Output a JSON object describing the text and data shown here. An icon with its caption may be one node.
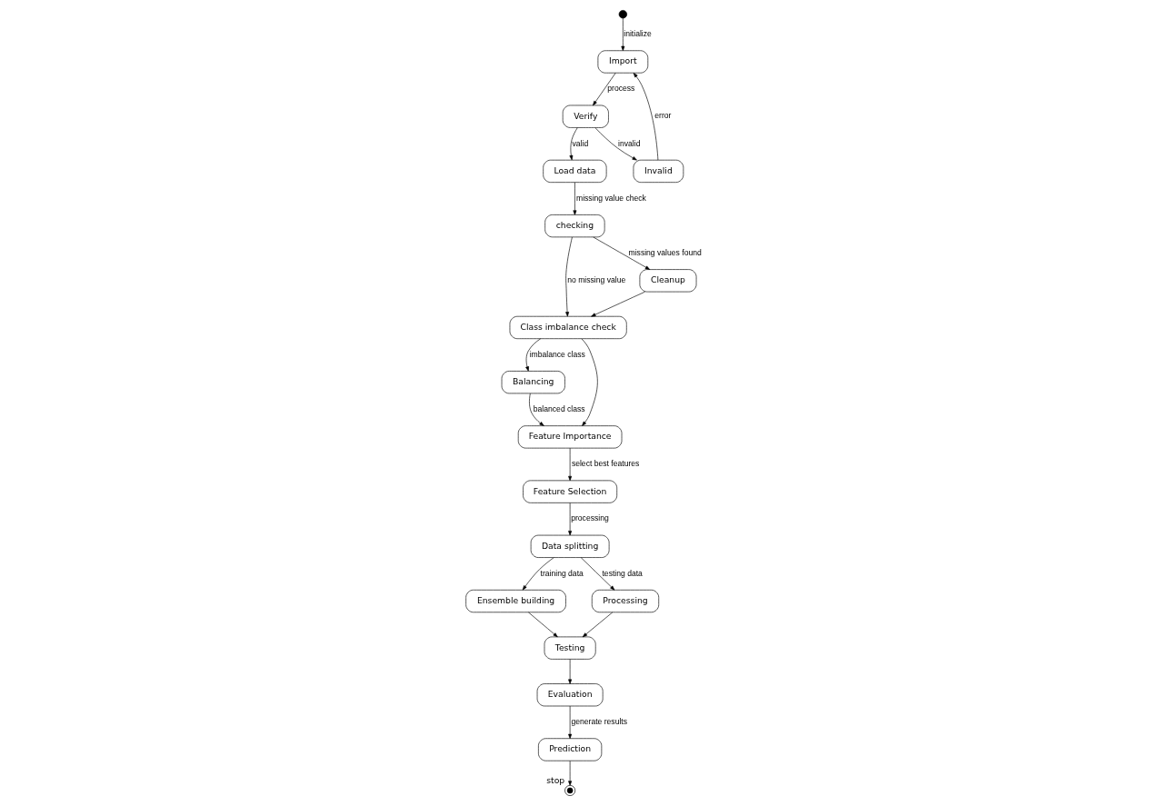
{
  "diagram": {
    "nodes": [
      {
        "text": [],
        "shape": "dot"
      },
      {
        "text": [
          "Import"
        ]
      },
      {
        "text": [
          "Verify"
        ]
      },
      {
        "text": [
          "Load data"
        ]
      },
      {
        "text": [
          "checking"
        ]
      },
      {
        "text": [
          "Invalid"
        ]
      },
      {
        "text": [
          "Class imbalance check"
        ]
      },
      {
        "text": [
          "Cleanup"
        ]
      },
      {
        "text": [
          "Balancing"
        ]
      },
      {
        "text": [
          "Feature Importance"
        ]
      },
      {
        "text": [
          "Feature Selection"
        ]
      },
      {
        "text": [
          "Evaluation"
        ]
      },
      {
        "text": [
          "Testing"
        ]
      },
      {
        "text": [
          "Ensemble building"
        ]
      },
      {
        "text": [
          "Data splitting"
        ]
      },
      {
        "text": [
          "Prediction"
        ]
      },
      {
        "text": [],
        "shape": "bullseye",
        "beside": [
          "stop"
        ]
      },
      {
        "text": [
          "Processing"
        ]
      }
    ],
    "edges": [
      {
        "from": 0,
        "to": 1,
        "arrow": "to",
        "label": "initialize"
      },
      {
        "from": 1,
        "to": 2,
        "arrow": "to",
        "label": "process"
      },
      {
        "from": 2,
        "to": 3,
        "arrow": "to",
        "label": "valid"
      },
      {
        "from": 3,
        "to": 4,
        "arrow": "to",
        "label": "missing value check"
      },
      {
        "from": 2,
        "to": 5,
        "arrow": "to",
        "label": "invalid"
      },
      {
        "from": 5,
        "to": 1,
        "arrow": "to",
        "label": "error"
      },
      {
        "from": 4,
        "to": 6,
        "arrow": "to",
        "label": "no missing value"
      },
      {
        "from": 4,
        "to": 7,
        "arrow": "to",
        "label": "missing values found"
      },
      {
        "from": 7,
        "to": 6,
        "arrow": "to"
      },
      {
        "from": 6,
        "to": 8,
        "arrow": "to",
        "label": "imbalance class"
      },
      {
        "from": 6,
        "to": 9,
        "arrow": "to"
      },
      {
        "from": 8,
        "to": 9,
        "arrow": "to",
        "label": "balanced class"
      },
      {
        "from": 9,
        "to": 10,
        "arrow": "to",
        "label": "select best features"
      },
      {
        "from": 10,
        "to": 14,
        "arrow": "to",
        "label": "processing"
      },
      {
        "from": 14,
        "to": 13,
        "arrow": "to",
        "label": "training data"
      },
      {
        "from": 14,
        "to": 17,
        "arrow": "to",
        "label": "testing data"
      },
      {
        "from": 13,
        "to": 12,
        "arrow": "to"
      },
      {
        "from": 17,
        "to": 12,
        "arrow": "to"
      },
      {
        "from": 12,
        "to": 11,
        "arrow": "to"
      },
      {
        "from": 11,
        "to": 15,
        "arrow": "to",
        "label": "generate results"
      },
      {
        "from": 15,
        "to": 16,
        "arrow": "to"
      }
    ]
  }
}
